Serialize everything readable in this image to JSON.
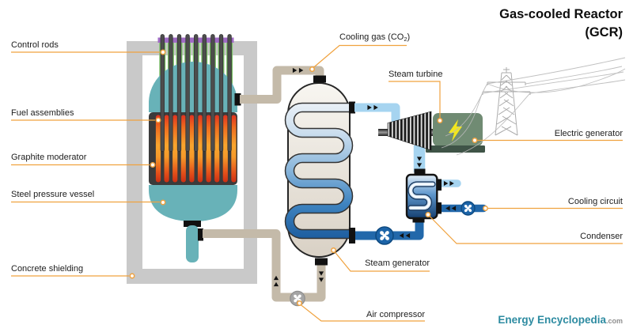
{
  "title": {
    "line1": "Gas-cooled Reactor",
    "line2": "(GCR)"
  },
  "labels": {
    "control_rods": "Control rods",
    "fuel_assemblies": "Fuel assemblies",
    "graphite_moderator": "Graphite moderator",
    "steel_pressure_vessel": "Steel pressure vessel",
    "concrete_shielding": "Concrete shielding",
    "cooling_gas_pre": "Cooling gas  (CO",
    "cooling_gas_sub": "2",
    "cooling_gas_post": ")",
    "steam_turbine": "Steam turbine",
    "electric_generator": "Electric generator",
    "cooling_circuit": "Cooling circuit",
    "condenser": "Condenser",
    "steam_generator": "Steam generator",
    "air_compressor": "Air compressor"
  },
  "branding": {
    "name": "Energy Encyclopedia",
    "tld": ".com"
  },
  "colors": {
    "accent_orange": "#f0a23f",
    "gas_pipe_beige": "#c4baa9",
    "steam_pipe_blue": "#a6d4f0",
    "water_pipe_blue": "#2268aa",
    "vessel_teal": "#68b2b8",
    "core_dark": "#3b3b3b",
    "moderator_green": "#7ec26b",
    "rod_drive_purple": "#a06cc4",
    "generator_green": "#708b73",
    "brand_teal": "#2d8ba1"
  },
  "icons": {
    "flow_arrow": "▶",
    "fan": "pinwheel",
    "lightning": "⚡",
    "label_marker": "○"
  }
}
